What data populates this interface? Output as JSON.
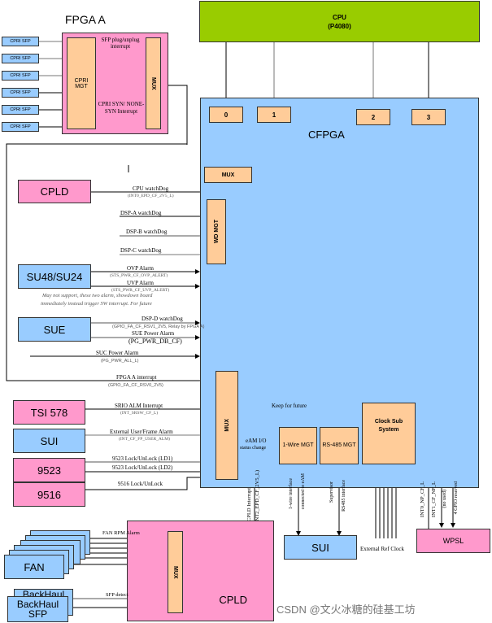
{
  "title": "FPGA A",
  "cpu": {
    "name": "CPU",
    "model": "(P4080)"
  },
  "cfpga": {
    "name": "CFPGA",
    "ports": [
      "0",
      "1",
      "2",
      "3"
    ]
  },
  "fpga_a": {
    "cpri_sfps": [
      "CPRI SFP",
      "CPRI SFP",
      "CPRI SFP",
      "CPRI SFP",
      "CPRI SFP",
      "CPRI SFP"
    ],
    "cpri_mgt": "CPRI MGT",
    "mux": "MUX",
    "sfp_interrupt": "SFP plug/unplug interrupt",
    "cpri_syn": "CPRI SYN/ NONE-SYN Interrupt"
  },
  "blocks": {
    "cpld_left": "CPLD",
    "su48": "SU48/SU24",
    "sue": "SUE",
    "tsi578": "TSI 578",
    "sui_left": "SUI",
    "ic9523": "9523",
    "ic9516": "9516",
    "fan": "FAN",
    "backhaul_back": "BackHaul",
    "backhaul_front": "BackHaul SFP",
    "cpld_bottom": "CPLD",
    "sui_bottom": "SUI",
    "wpsl": "WPSL",
    "mux_top": "MUX",
    "wd_mgt": "WD MGT",
    "mux_mid": "MUX",
    "one_wire": "1-Wire MGT",
    "rs485": "RS-485 MGT",
    "clock_sub": "Clock Sub System",
    "mux_cpld": "MUX"
  },
  "signals": {
    "cpu_wd": {
      "name": "CPU watchDog",
      "net": "(INT0_EPD_CF_2V5_L)"
    },
    "dsp_a": "DSP-A watchDog",
    "dsp_b": "DSP-B watchDog",
    "dsp_c": "DSP-C watchDog",
    "ovp": {
      "name": "OVP Alarm",
      "net": "(STS_PWR_CF_OVP_ALERT)"
    },
    "uvp": {
      "name": "UVP Alarm",
      "net": "(STS_PWR_CF_UVP_ALERT)"
    },
    "note": [
      "May not support, these two alarm,  showdown board",
      "immediately instead trigger SW interrupt. For future"
    ],
    "dsp_d": {
      "name": "DSP-D watchDog",
      "net": "(GPIO_FA_CF_RSV1_2V5, Relay by FPGA A)"
    },
    "sue_power": {
      "name": "SUE Power Alarm",
      "net": "(PG_PWR_DB_CF)"
    },
    "suc_power": {
      "name": "SUC Power Alarm",
      "net": "(PG_PWR_ALL_L)"
    },
    "fpga_a_int": {
      "name": "FPGA A interrupt",
      "net": "(GPIO_FA_CF_RSV0_2V5)"
    },
    "srio": {
      "name": "SRIO ALM Interrupt",
      "net": "(INT_SRSW_CF_L)"
    },
    "ext_user": {
      "name": "External User/Frame Alarm",
      "net": "(INT_CF_FP_USER_ALM)"
    },
    "ld1": "9523 Lock/UnLock (LD1)",
    "ld2": "9523 Lock/UnLock (LD2)",
    "lock9516": "9516 Lock/UnLock",
    "keep_future": "Keep for future",
    "eam_io": "eAM I/O",
    "status_change": "status change",
    "cpld_int": "CPLD Interrupt",
    "cpld_int_net": "(INT2_EPD_CF_2V5_L)",
    "one_wire_if": "1-wire interface",
    "connected_eam": "connected to eAM",
    "supervisor": "Supervisor",
    "rs485_if": "RS485 interface",
    "ext_ref_clock": "External Ref Clock",
    "int0_np": "INT0_NP_CF_L",
    "int1_cf_np": "INT1_CF_NP_L",
    "no_used": "(no used)",
    "gpio_reserved": "4 GPIO reserved",
    "fan_rpm": "FAN RPM Alarm",
    "sfp_detect": "SFP detect"
  },
  "watermark": "CSDN @文火冰糖的硅基工坊"
}
